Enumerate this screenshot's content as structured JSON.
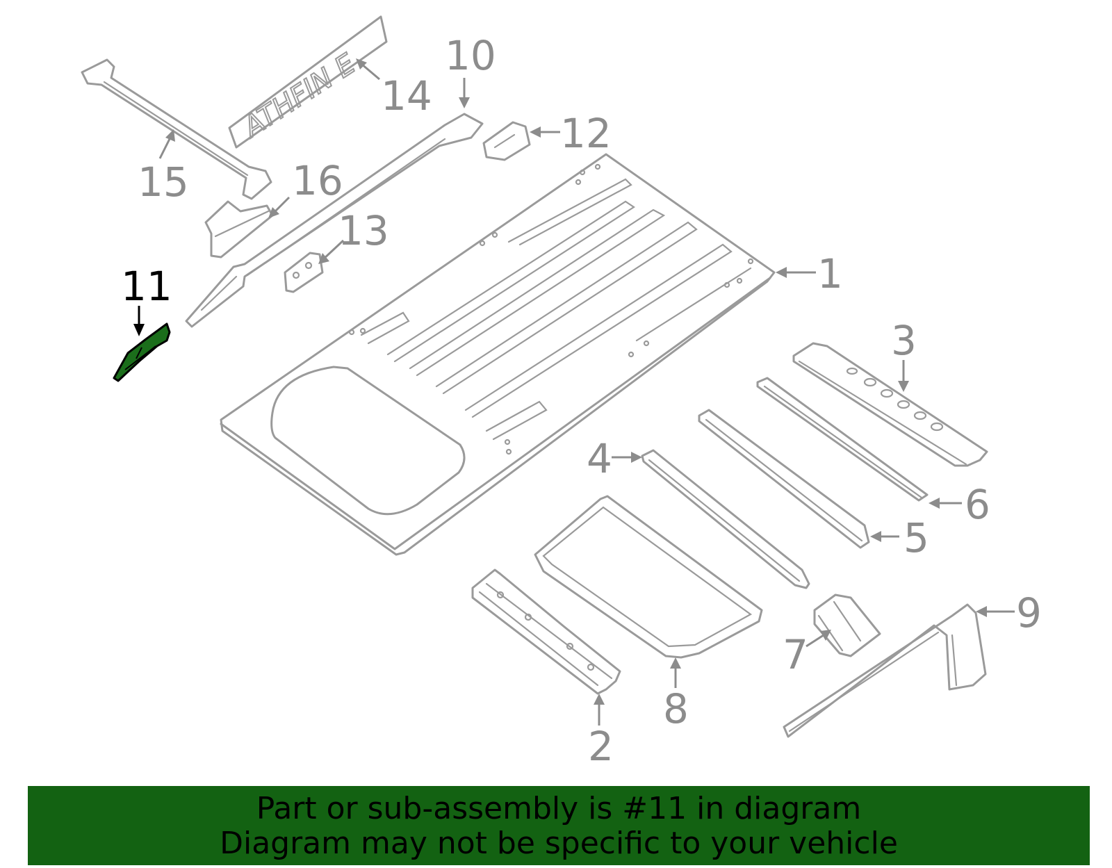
{
  "diagram": {
    "highlighted_part": "11",
    "callouts": [
      "1",
      "2",
      "3",
      "4",
      "5",
      "6",
      "7",
      "8",
      "9",
      "10",
      "11",
      "12",
      "13",
      "14",
      "15",
      "16"
    ],
    "badge_text": "ATHFIN E"
  },
  "banner": {
    "line1": "Part or sub-assembly is #11 in diagram",
    "line2": "Diagram may not be specific to your vehicle",
    "color": "#136212"
  },
  "colors": {
    "part_stroke": "#9a9a9a",
    "highlight_fill": "#1b6e1b"
  }
}
